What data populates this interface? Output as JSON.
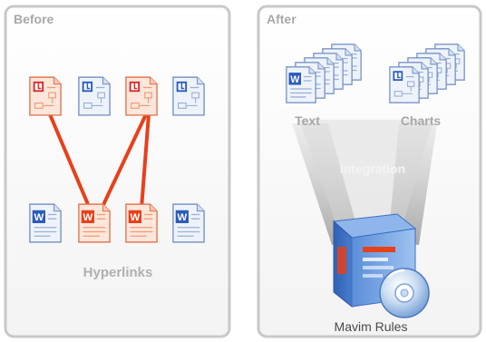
{
  "before": {
    "title": "Before",
    "caption": "Hyperlinks"
  },
  "after": {
    "title": "After",
    "text_label": "Text",
    "charts_label": "Charts",
    "integration_label": "Integration",
    "product_label": "Mavim Rules"
  },
  "colors": {
    "panel_border": "#c8c8c8",
    "label_gray": "#a8a8a8",
    "link_red": "#e8401a",
    "orange_doc": "#f07a3a",
    "blue_doc": "#3060c0",
    "beam_gray": "#b0b0b0"
  },
  "icons": [
    "diagram-document-icon",
    "word-document-icon",
    "software-box-icon",
    "cd-disc-icon"
  ]
}
